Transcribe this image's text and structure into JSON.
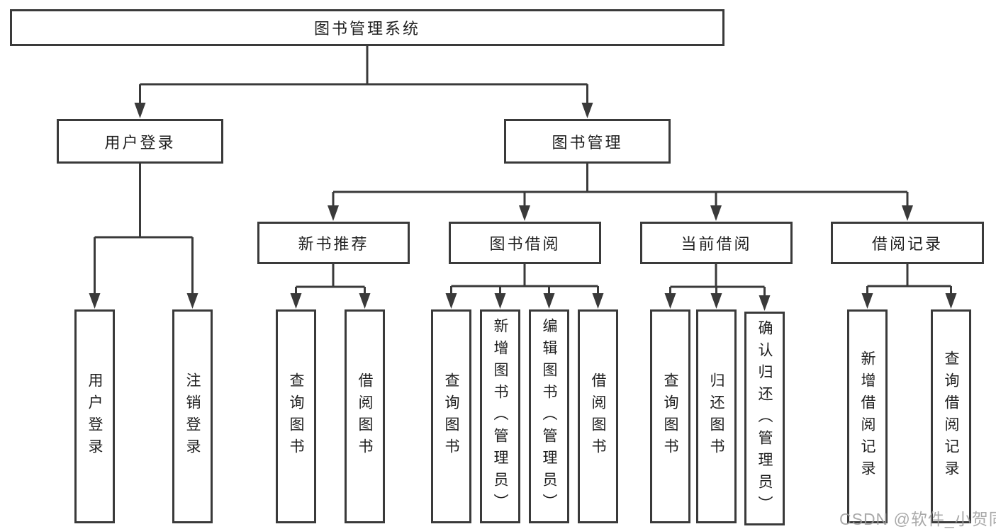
{
  "tree": {
    "label": "图书管理系统",
    "children": [
      {
        "label": "用户登录",
        "children": [
          {
            "label": "用户登录"
          },
          {
            "label": "注销登录"
          }
        ]
      },
      {
        "label": "图书管理",
        "children": [
          {
            "label": "新书推荐",
            "children": [
              {
                "label": "查询图书"
              },
              {
                "label": "借阅图书"
              }
            ]
          },
          {
            "label": "图书借阅",
            "children": [
              {
                "label": "查询图书"
              },
              {
                "label": "新增图书（管理员）"
              },
              {
                "label": "编辑图书（管理员）"
              },
              {
                "label": "借阅图书"
              }
            ]
          },
          {
            "label": "当前借阅",
            "children": [
              {
                "label": "查询图书"
              },
              {
                "label": "归还图书"
              },
              {
                "label": "确认归还（管理员）"
              }
            ]
          },
          {
            "label": "借阅记录",
            "children": [
              {
                "label": "新增借阅记录"
              },
              {
                "label": "查询借阅记录"
              }
            ]
          }
        ]
      }
    ]
  },
  "watermark": {
    "text": "CSDN @软件_小贺同学"
  },
  "colors": {
    "line": "#3a3a3a",
    "text": "#1f1f1f",
    "watermark": "#9b9b9b",
    "background": "#ffffff"
  }
}
